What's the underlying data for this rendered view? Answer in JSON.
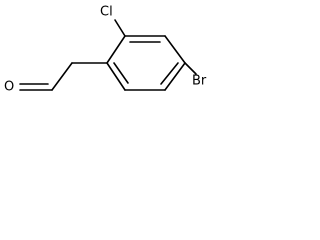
{
  "molecule": {
    "atoms": {
      "chlorine": "Cl",
      "bromine": "Br",
      "oxygen": "O"
    }
  }
}
